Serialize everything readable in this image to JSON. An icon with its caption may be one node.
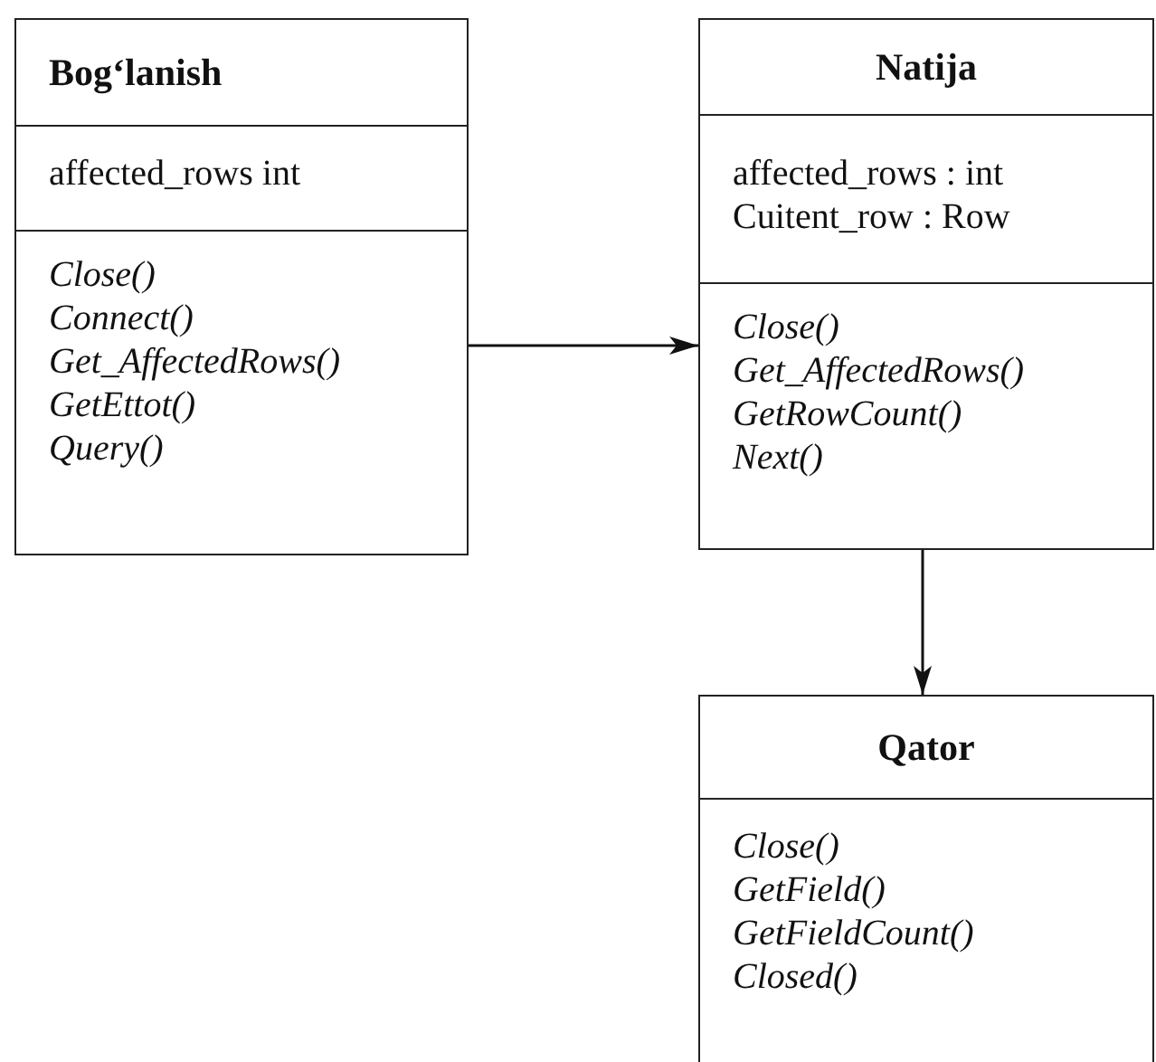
{
  "diagram": {
    "nodes": [
      {
        "text": [
          "Bog‘lanish"
        ]
      },
      {
        "text": [
          "affected_rows int"
        ],
        "in": 0
      },
      {
        "text": [
          "Close()",
          "Connect()",
          "Get_AffectedRows()",
          "GetEttot()",
          "Query()"
        ],
        "in": 0
      },
      {
        "text": [
          "Natija"
        ]
      },
      {
        "text": [
          "affected_rows : int",
          "Cuitent_row : Row"
        ],
        "in": 3
      },
      {
        "text": [
          "Close()",
          "Get_AffectedRows()",
          "GetRowCount()",
          "Next()"
        ],
        "in": 3
      },
      {
        "text": [
          "Qator"
        ]
      },
      {
        "text": [
          "Close()",
          "GetField()",
          "GetFieldCount()",
          "Closed()"
        ],
        "in": 6
      }
    ],
    "edges": [
      {
        "from": 0,
        "to": 3,
        "arrow": "to"
      },
      {
        "from": 3,
        "to": 6,
        "arrow": "to"
      }
    ]
  }
}
